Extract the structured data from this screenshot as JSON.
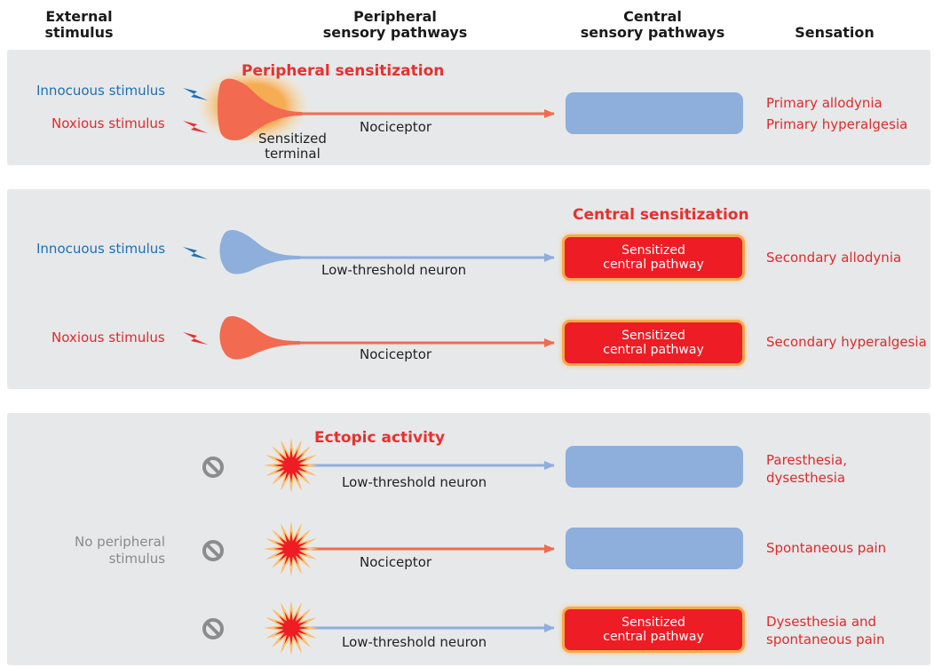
{
  "headers": {
    "external_stimulus": "External\nstimulus",
    "peripheral_pathways": "Peripheral\nsensory pathways",
    "central_pathways": "Central\nsensory pathways",
    "sensation": "Sensation"
  },
  "panel1": {
    "title": "Peripheral sensitization",
    "innocuous": "Innocuous stimulus",
    "noxious": "Noxious stimulus",
    "terminal_label": "Sensitized\nterminal",
    "neuron_label": "Nociceptor",
    "sensation_1": "Primary allodynia",
    "sensation_2": "Primary hyperalgesia"
  },
  "panel2": {
    "title": "Central sensitization",
    "row1": {
      "stimulus": "Innocuous stimulus",
      "neuron_label": "Low-threshold neuron",
      "box_label": "Sensitized\ncentral pathway",
      "sensation": "Secondary allodynia"
    },
    "row2": {
      "stimulus": "Noxious stimulus",
      "neuron_label": "Nociceptor",
      "box_label": "Sensitized\ncentral pathway",
      "sensation": "Secondary hyperalgesia"
    }
  },
  "panel3": {
    "title": "Ectopic activity",
    "no_stimulus": "No peripheral\nstimulus",
    "row1": {
      "neuron_label": "Low-threshold neuron",
      "sensation": "Paresthesia,\ndysesthesia"
    },
    "row2": {
      "neuron_label": "Nociceptor",
      "sensation": "Spontaneous pain"
    },
    "row3": {
      "neuron_label": "Low-threshold neuron",
      "box_label": "Sensitized\ncentral pathway",
      "sensation": "Dysesthesia and\nspontaneous pain"
    }
  },
  "colors": {
    "panel_bg": "#e7e8ea",
    "nociceptor": "#f26a4f",
    "low_threshold": "#8eaedc",
    "sensitized_red": "#ee1c24",
    "glow": "#f7a94a",
    "label_red": "#e02a2a",
    "label_blue": "#1e6fb5",
    "no_symbol": "#8c8c8c"
  },
  "icons": {
    "stimulus": "lightning-bolt-icon",
    "no_stimulus": "prohibition-icon",
    "ectopic": "starburst-icon"
  }
}
